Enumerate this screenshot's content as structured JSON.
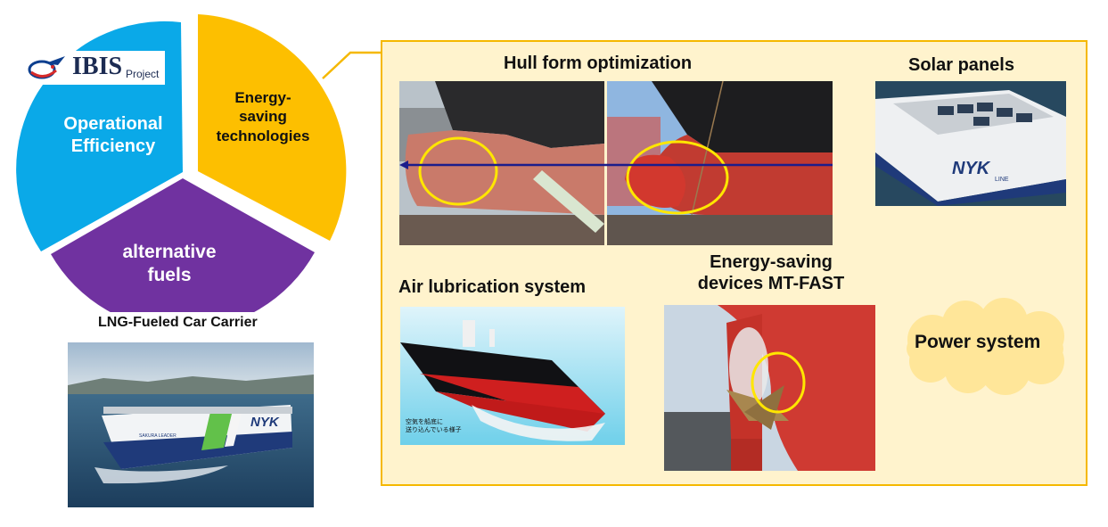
{
  "wheel": {
    "segments": [
      {
        "label": "Operational\nEfficiency",
        "color": "#0aa9e8"
      },
      {
        "label": "Energy-\nsaving\ntechnologies",
        "color": "#fdbf00"
      },
      {
        "label": "alternative\nfuels",
        "color": "#7032a0"
      }
    ]
  },
  "logo": {
    "name": "IBIS",
    "suffix": "Project"
  },
  "carrier": {
    "caption": "LNG-Fueled Car Carrier",
    "ship_name": "SAKURA LEADER"
  },
  "technologies": {
    "hull": "Hull form optimization",
    "solar": "Solar panels",
    "air": "Air lubrication system",
    "mtfast_line1": "Energy-saving",
    "mtfast_line2": "devices MT-FAST",
    "power": "Power system"
  },
  "air_annotation": {
    "line1": "空気を船底に",
    "line2": "送り込んでいる様子"
  },
  "brand": {
    "nyk": "NYK",
    "line": "LINE"
  },
  "colors": {
    "panel_bg": "#fff3cd",
    "panel_border": "#f5b800",
    "highlight": "#ffe600",
    "hull_red": "#c8322c"
  }
}
